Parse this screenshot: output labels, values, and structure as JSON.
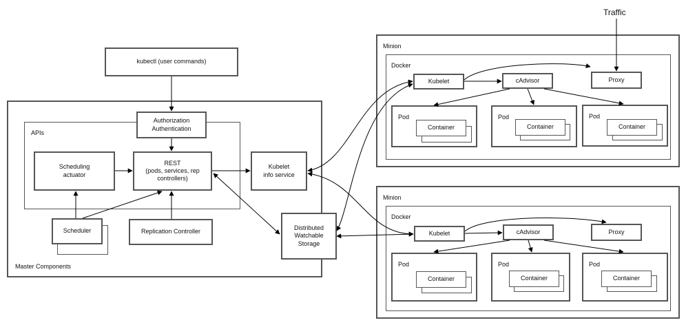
{
  "traffic": "Traffic",
  "kubectl": "kubectl (user commands)",
  "master": {
    "caption": "Master Components",
    "apis_caption": "APIs",
    "auth": "Authorization\nAuthentication",
    "rest": "REST\n(pods, services, rep\ncontrollers)",
    "scheduling_actuator": "Scheduling\nactuator",
    "kubelet_info": "Kubelet\ninfo service",
    "scheduler": "Scheduler",
    "replication_controller": "Replication Controller",
    "storage": "Distributed\nWatchable\nStorage"
  },
  "minions": [
    {
      "caption": "Minion",
      "docker": "Docker",
      "kubelet": "Kubelet",
      "cadvisor": "cAdvisor",
      "proxy": "Proxy",
      "pods": [
        {
          "label": "Pod",
          "container": "Container"
        },
        {
          "label": "Pod",
          "container": "Container"
        },
        {
          "label": "Pod",
          "container": "Container"
        }
      ]
    },
    {
      "caption": "Minion",
      "docker": "Docker",
      "kubelet": "Kubelet",
      "cadvisor": "cAdvisor",
      "proxy": "Proxy",
      "pods": [
        {
          "label": "Pod",
          "container": "Container"
        },
        {
          "label": "Pod",
          "container": "Container"
        },
        {
          "label": "Pod",
          "container": "Container"
        }
      ]
    }
  ]
}
